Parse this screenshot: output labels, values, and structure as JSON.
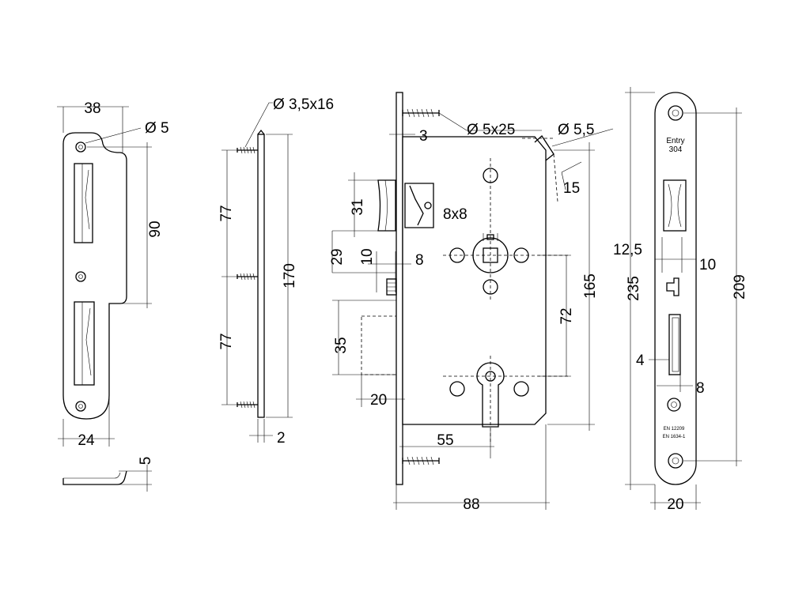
{
  "strike_plate": {
    "width_label": "38",
    "hole_label": "Ø 5",
    "spacing_label": "90",
    "bottom_width_label": "24",
    "thickness_label": "5"
  },
  "side_plate": {
    "screw_label": "Ø 3,5x16",
    "upper_spacing_label": "77",
    "lower_spacing_label": "77",
    "length_label": "170",
    "thickness_label": "2"
  },
  "lock_body": {
    "faceplate_thickness_label": "3",
    "screw_label": "Ø 5x25",
    "hole_label": "Ø 5,5",
    "offset_label": "15",
    "latch_height_label": "31",
    "spindle_label": "8x8",
    "latch_offset_label": "29",
    "gap_label": "10",
    "spindle_offset_label": "8",
    "center_distance_label": "72",
    "body_height_label": "165",
    "bolt_height_label": "35",
    "bolt_offset_label": "20",
    "backset_label": "55",
    "width_label": "88"
  },
  "faceplate": {
    "brand_line1": "Entry",
    "brand_line2": "304",
    "latch_width_label": "12,5",
    "latch_gap_label": "10",
    "length_label": "235",
    "screw_distance_label": "209",
    "bolt_left_label": "4",
    "bolt_right_label": "8",
    "standard_line1": "EN 12209",
    "standard_line2": "EN 1634-1",
    "width_label": "20"
  }
}
